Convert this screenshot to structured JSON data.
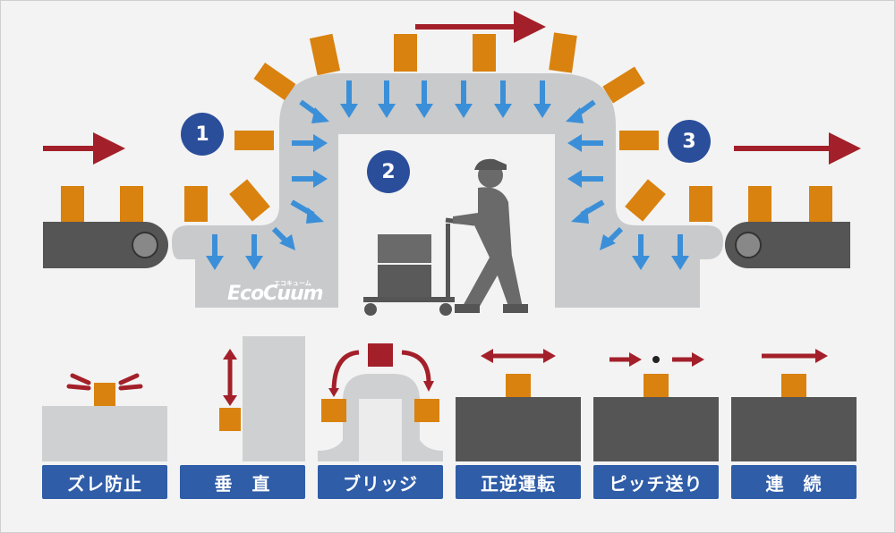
{
  "brand": {
    "name": "EcoCuum",
    "kana": "エコキューム"
  },
  "steps": [
    "1",
    "2",
    "3"
  ],
  "features": [
    {
      "label": "ズレ防止"
    },
    {
      "label": "垂　直"
    },
    {
      "label": "ブリッジ"
    },
    {
      "label": "正逆運転"
    },
    {
      "label": "ピッチ送り"
    },
    {
      "label": "連　続"
    }
  ],
  "colors": {
    "box": "#d9820f",
    "arrow_red": "#a3202a",
    "arrow_blue": "#3b8fd8",
    "label_bg": "#2f5da8",
    "belt_dark": "#555555",
    "step_circle": "#2b4e9b",
    "conveyor_gray": "#c8cacc"
  }
}
